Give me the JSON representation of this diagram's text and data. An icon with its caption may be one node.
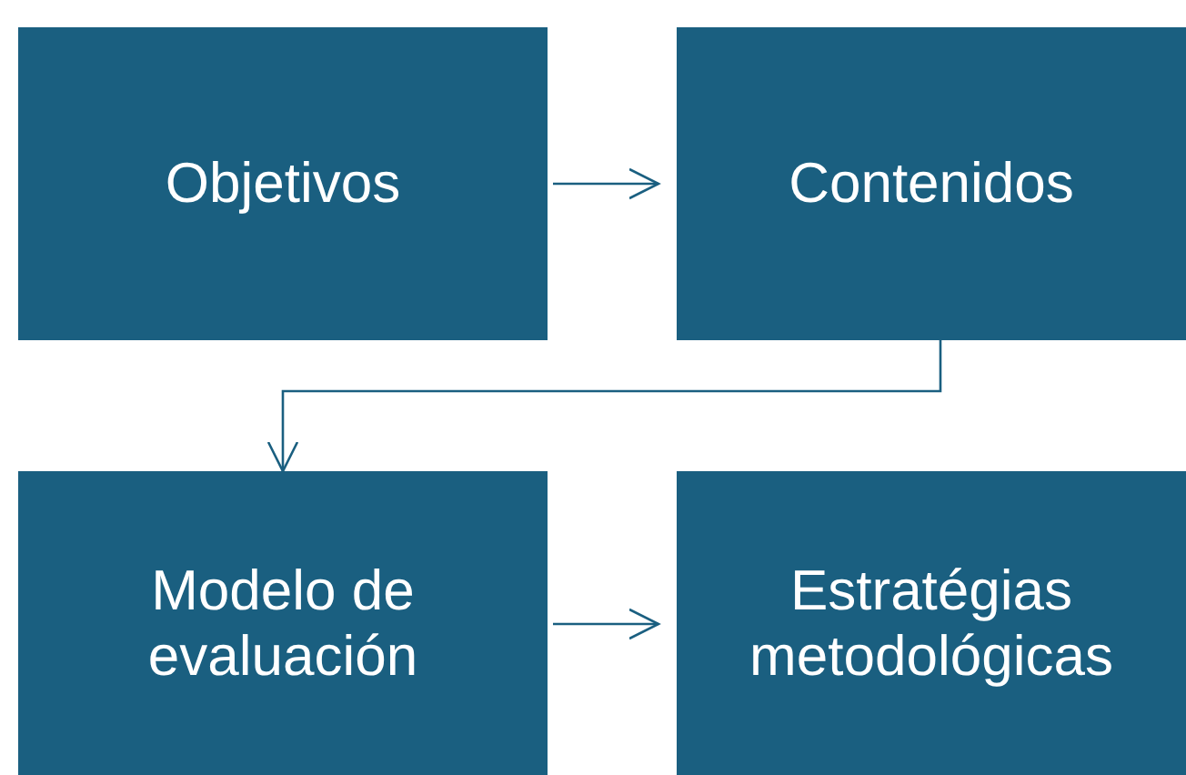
{
  "diagram": {
    "nodes": [
      {
        "text": [
          "Objetivos"
        ]
      },
      {
        "text": [
          "Contenidos"
        ]
      },
      {
        "text": [
          "Modelo de evaluación"
        ]
      },
      {
        "text": [
          "Estratégias metodológicas"
        ]
      }
    ],
    "edges": [
      {
        "from": 0,
        "to": 1,
        "arrow": "to"
      },
      {
        "from": 1,
        "to": 2,
        "arrow": "to"
      },
      {
        "from": 2,
        "to": 3,
        "arrow": "to"
      }
    ]
  }
}
